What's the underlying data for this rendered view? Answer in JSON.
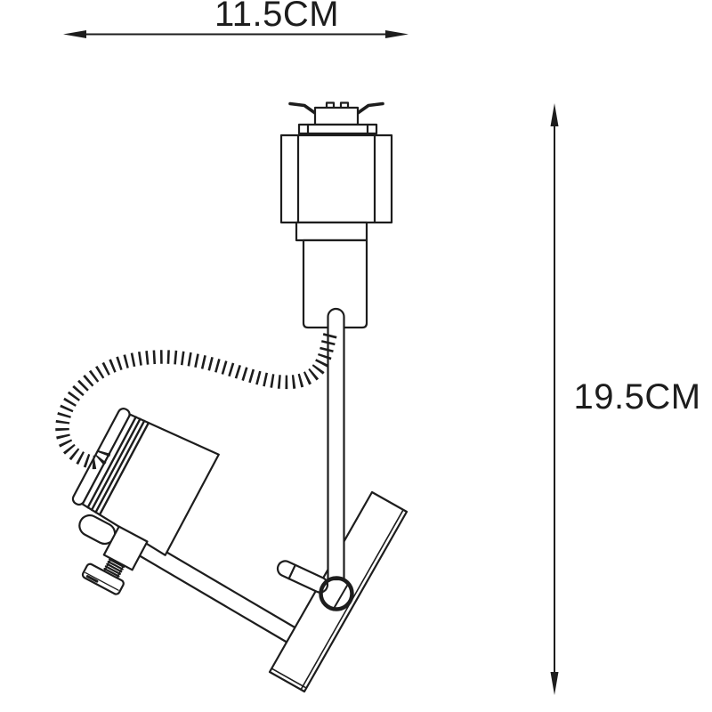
{
  "drawing": {
    "kind": "product-dimension-line-drawing",
    "subject": "track-spotlight-fixture",
    "ink_color": "#1d1d1d",
    "background_color": "#ffffff"
  },
  "dimensions": {
    "width": {
      "label": "11.5CM"
    },
    "height": {
      "label": "19.5CM"
    }
  }
}
